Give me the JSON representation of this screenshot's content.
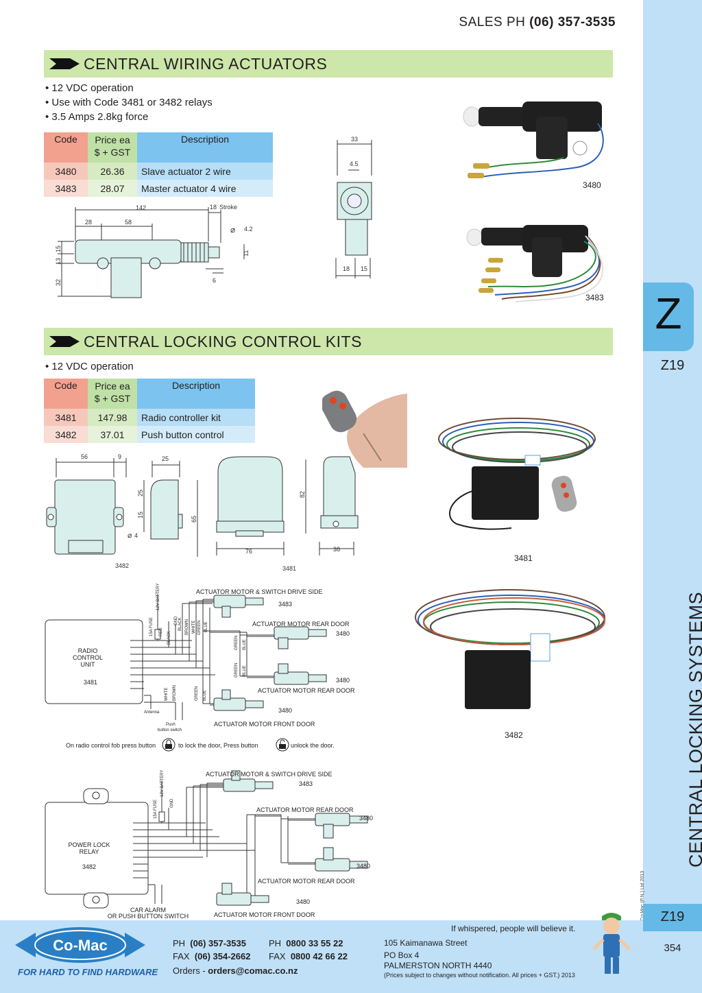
{
  "header": {
    "sales_label": "SALES  PH",
    "sales_phone": "(06) 357-3535"
  },
  "section1": {
    "title": "CENTRAL WIRING ACTUATORS",
    "bullets": [
      "12 VDC operation",
      "Use with Code 3481 or 3482 relays",
      "3.5 Amps 2.8kg force"
    ],
    "table": {
      "headers": {
        "code": "Code",
        "price_line1": "Price ea",
        "price_line2": "$ + GST",
        "description": "Description"
      },
      "rows": [
        {
          "code": "3480",
          "price": "26.36",
          "description": "Slave actuator 2 wire"
        },
        {
          "code": "3483",
          "price": "28.07",
          "description": "Master actuator 4 wire"
        }
      ]
    },
    "dims": {
      "d142": "142",
      "d18": "18",
      "stroke": "Stroke",
      "d28": "28",
      "d58": "58",
      "d42": "4.2",
      "d15": "15",
      "d13": "13",
      "d32": "32",
      "d11": "11",
      "d6": "6",
      "d33": "33",
      "d45": "4.5",
      "d18b": "18",
      "d15b": "15"
    },
    "photo_labels": {
      "a": "3480",
      "b": "3483"
    }
  },
  "section2": {
    "title": "CENTRAL LOCKING CONTROL KITS",
    "bullets": [
      "12 VDC operation"
    ],
    "table": {
      "headers": {
        "code": "Code",
        "price_line1": "Price ea",
        "price_line2": "$ + GST",
        "description": "Description"
      },
      "rows": [
        {
          "code": "3481",
          "price": "147.98",
          "description": "Radio controller kit"
        },
        {
          "code": "3482",
          "price": "37.01",
          "description": "Push button control"
        }
      ]
    },
    "dims": {
      "d56": "56",
      "d9": "9",
      "d25": "25",
      "d25b": "25",
      "d15": "15",
      "d65": "65",
      "d4": "4",
      "d82": "82",
      "d76": "76",
      "d38": "38",
      "l3482": "3482",
      "l3481": "3481"
    },
    "photo_labels": {
      "a": "3481",
      "b": "3482"
    }
  },
  "wiring1": {
    "unit_lines": [
      "RADIO",
      "CONTROL",
      "UNIT"
    ],
    "unit_code": "3481",
    "battery": "12V BATTERY",
    "fuse": "15A FUSE",
    "gnd": "GND",
    "wires": [
      "RED",
      "BLACK",
      "BLACK",
      "BROWN",
      "WHITE",
      "GREEN",
      "BLUE"
    ],
    "top_label": "ACTUATOR MOTOR & SWITCH DRIVE SIDE",
    "top_code": "3483",
    "rear1": "ACTUATOR MOTOR REAR DOOR",
    "rear1_code": "3480",
    "rear2": "ACTUATOR MOTOR REAR DOOR",
    "rear2_code": "3480",
    "front": "ACTUATOR MOTOR FRONT DOOR",
    "front_code": "3480",
    "antenna": "Antenna",
    "push1": "Push",
    "push2": "button switch",
    "w_white": "WHITE",
    "w_brown": "BROWN",
    "w_green": "GREEN",
    "w_blue": "BLUE",
    "note1": "On radio control fob press button",
    "note2": "to lock the door, Press button",
    "note3": "unlock the door."
  },
  "wiring2": {
    "unit_lines": [
      "POWER LOCK",
      "RELAY"
    ],
    "unit_code": "3482",
    "battery": "12V BATTERY",
    "fuse": "15A FUSE",
    "gnd": "GND",
    "top_label": "ACTUATOR MOTOR & SWITCH DRIVE SIDE",
    "top_code": "3483",
    "rear1": "ACTUATOR MOTOR REAR DOOR",
    "rear1_code": "3480",
    "rear2": "ACTUATOR MOTOR REAR DOOR",
    "rear2_code": "3480",
    "front": "ACTUATOR MOTOR FRONT DOOR",
    "front_code": "3480",
    "alarm1": "CAR ALARM",
    "alarm2": "OR PUSH BUTTON SWITCH"
  },
  "sidebar": {
    "letter": "Z",
    "code": "Z19",
    "title": "CENTRAL LOCKING SYSTEMS",
    "code2": "Z19",
    "page": "354",
    "copyright": "© Co-Mac (P.N.) Ltd 2013"
  },
  "footer": {
    "logo": "Co-Mac",
    "tagline": "FOR HARD TO FIND HARDWARE",
    "ph_label": "PH",
    "ph": "(06) 357-3535",
    "ph2_label": "PH",
    "ph2": "0800 33 55 22",
    "fax_label": "FAX",
    "fax": "(06) 354-2662",
    "fax2_label": "FAX",
    "fax2": "0800 42 66 22",
    "orders_label": "Orders -",
    "orders": "orders@comac.co.nz",
    "addr1": "105 Kaimanawa Street",
    "addr2": "PO Box 4",
    "addr3": "PALMERSTON NORTH 4440",
    "disclaimer": "(Prices subject to changes without notification.  All prices + GST.)  2013",
    "slogan": "If whispered, people will believe it."
  },
  "colors": {
    "banner": "#cce7a9",
    "sidebar": "#bfe0f6",
    "tab": "#64b9e6",
    "code_head": "#f2a18f",
    "price_head": "#bfe0a6",
    "desc_head": "#7cc3ef",
    "diagram_fill": "#d9efeb"
  }
}
